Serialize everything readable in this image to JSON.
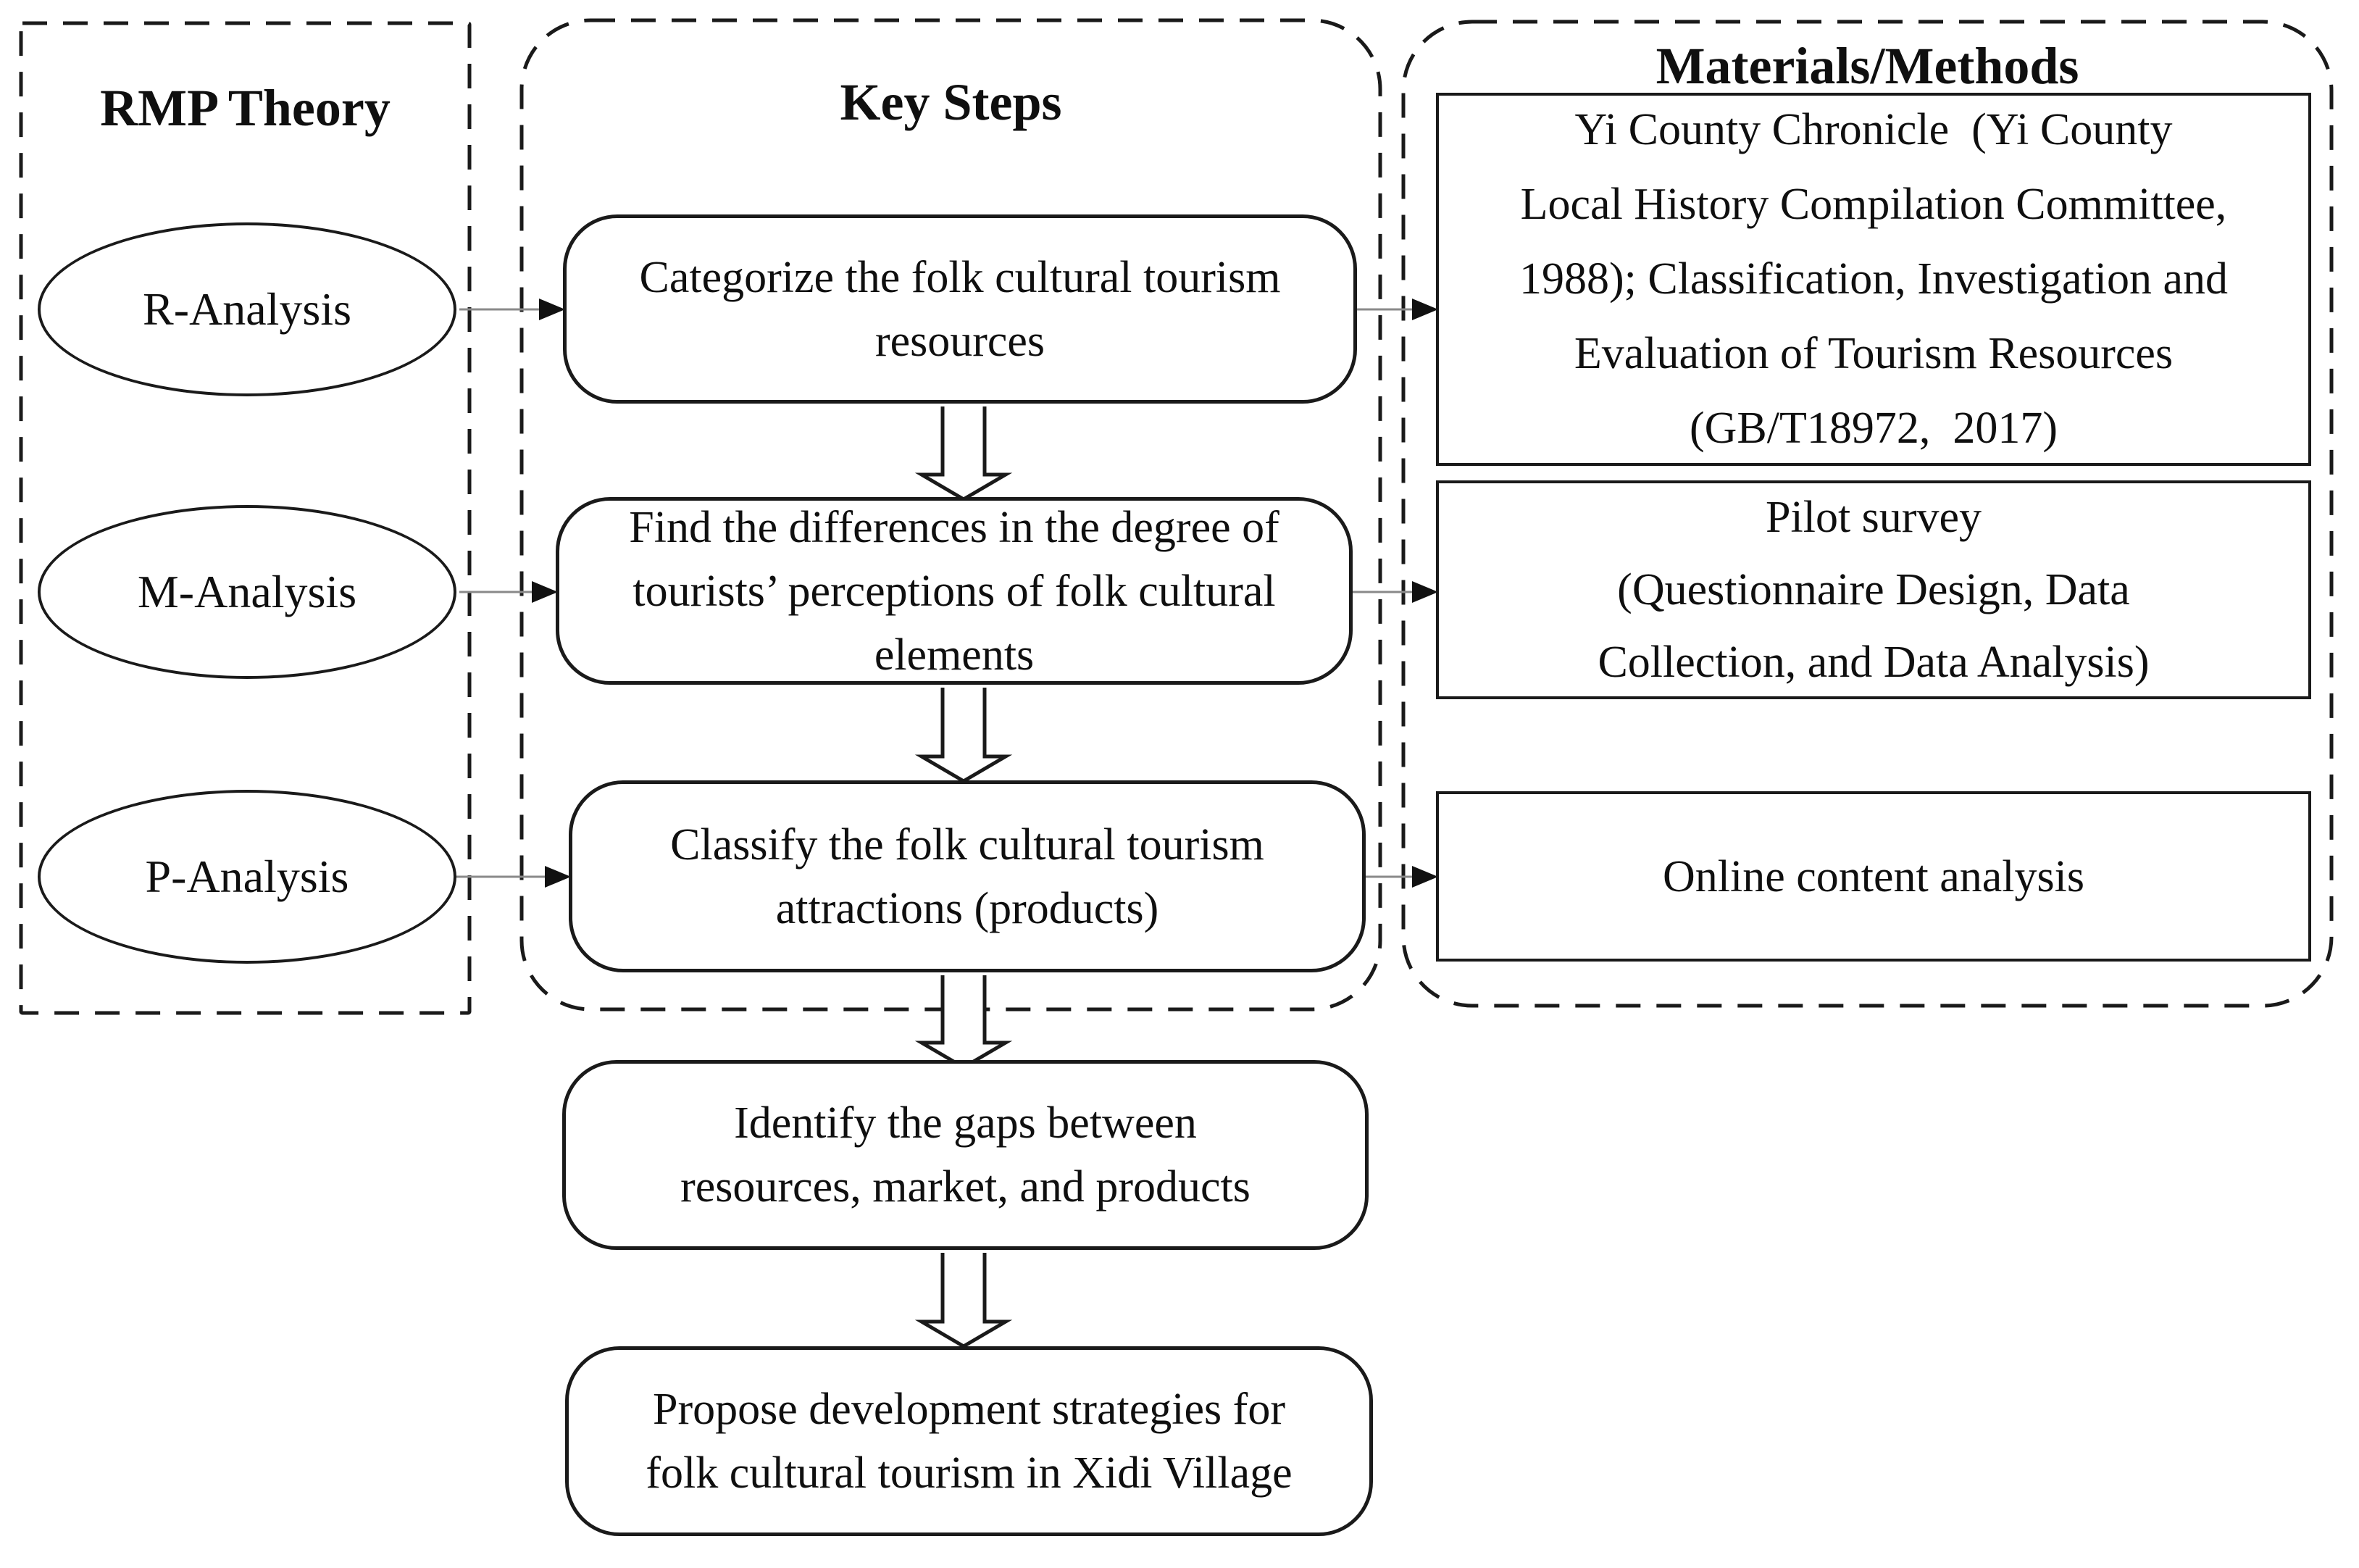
{
  "diagram": {
    "columns": {
      "rmp": {
        "title": "RMP Theory",
        "items": [
          {
            "label": "R-Analysis"
          },
          {
            "label": "M-Analysis"
          },
          {
            "label": "P-Analysis"
          }
        ]
      },
      "steps": {
        "title": "Key Steps",
        "boxes": [
          {
            "text": "Categorize the folk cultural tourism\nresources"
          },
          {
            "text": "Find the differences in the degree of\ntourists’ perceptions of folk cultural\nelements"
          },
          {
            "text": "Classify the folk cultural tourism\nattractions (products)"
          }
        ]
      },
      "methods": {
        "title": "Materials/Methods",
        "boxes": [
          {
            "text": "Yi County Chronicle  (Yi County\nLocal History Compilation Committee,\n1988); Classification, Investigation and\nEvaluation of Tourism Resources\n(GB/T18972,  2017)"
          },
          {
            "text": "Pilot survey\n(Questionnaire Design, Data\nCollection, and Data Analysis)"
          },
          {
            "text": "Online content analysis"
          }
        ]
      }
    },
    "final_steps": [
      {
        "text": "Identify the gaps between\nresources, market, and products"
      },
      {
        "text": "Propose development strategies for\nfolk cultural tourism in Xidi Village"
      }
    ],
    "colors": {
      "outline": "#1a1a1a",
      "connector_line": "#8a8a8a",
      "arrowhead": "#111111",
      "background": "#ffffff",
      "text": "#0f0f0f"
    }
  }
}
